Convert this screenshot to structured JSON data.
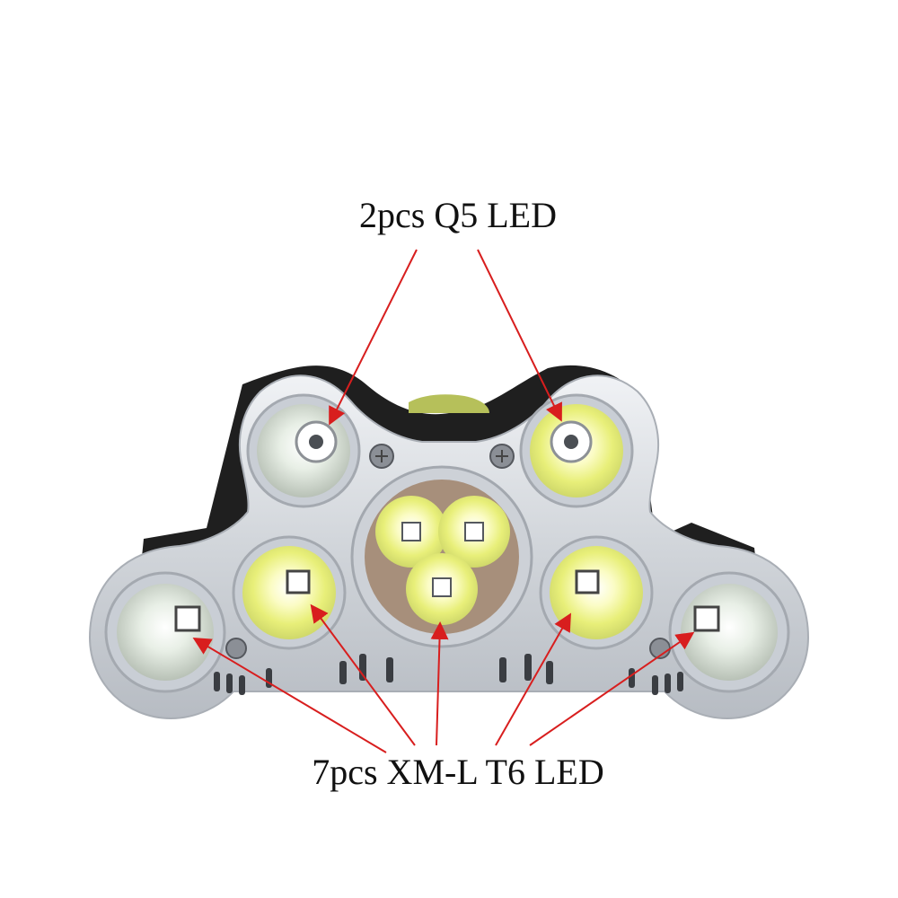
{
  "annotations": {
    "top_label": "2pcs Q5 LED",
    "bottom_label": "7pcs XM-L T6 LED"
  },
  "colors": {
    "background": "#ffffff",
    "arrow": "#d81e1e",
    "body": "#d4d7dc",
    "led_glow": "#f2f58a",
    "rubber": "#1f1f1f"
  },
  "icons": {
    "headlamp": "headlamp-photo"
  }
}
